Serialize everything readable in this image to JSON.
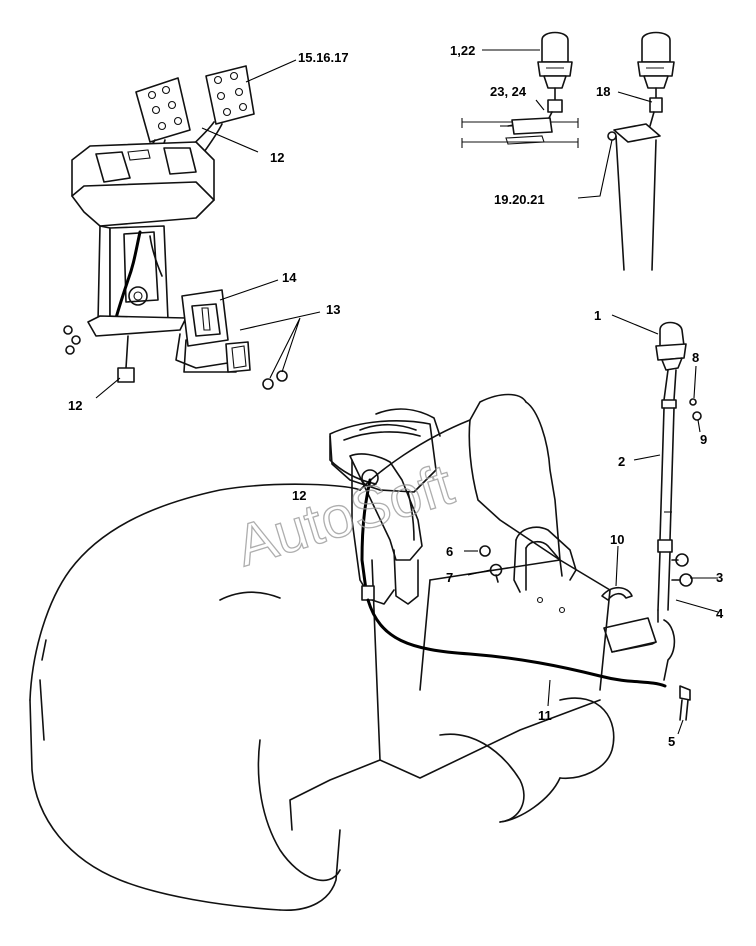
{
  "watermark": "AutoSoft",
  "callouts": {
    "c_15_16_17": "15.16.17",
    "c_12_top": "12",
    "c_14": "14",
    "c_13": "13",
    "c_12_left": "12",
    "c_1_22": "1,22",
    "c_23_24": "23, 24",
    "c_18": "18",
    "c_19_20_21": "19.20.21",
    "c_1": "1",
    "c_8": "8",
    "c_9": "9",
    "c_2": "2",
    "c_12_mid": "12",
    "c_10": "10",
    "c_6": "6",
    "c_7": "7",
    "c_3": "3",
    "c_4": "4",
    "c_11": "11",
    "c_5": "5"
  }
}
